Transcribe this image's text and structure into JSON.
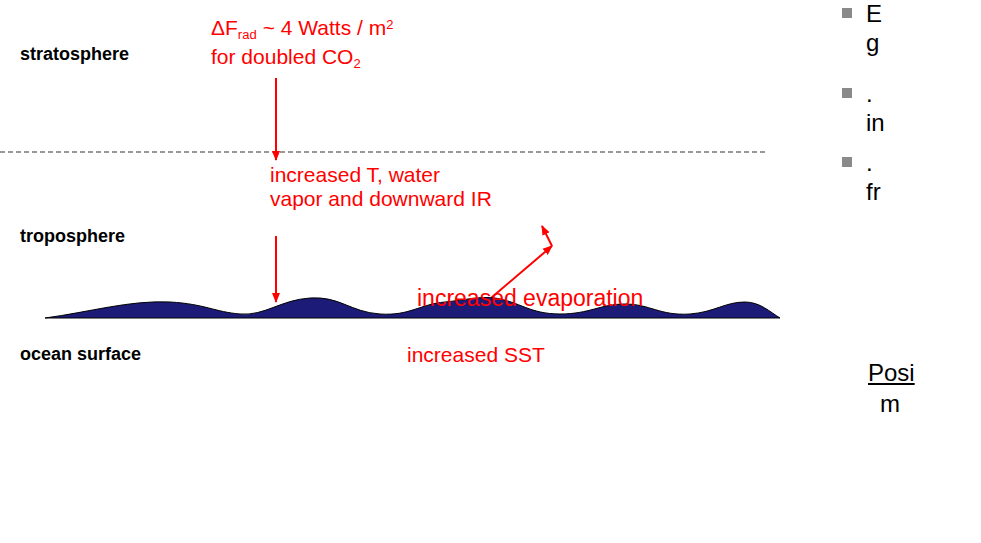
{
  "diagram": {
    "labels": [
      "stratosphere",
      "ΔF",
      "rad",
      "~ 4 Watts / m",
      "2",
      "for doubled CO",
      "2",
      "increased T, water vapor and downward IR",
      "troposphere",
      "increased evaporation",
      "ocean surface",
      "increased SST",
      "E",
      "g",
      ".",
      "in",
      ".",
      "fr",
      "Posi",
      "m"
    ]
  }
}
